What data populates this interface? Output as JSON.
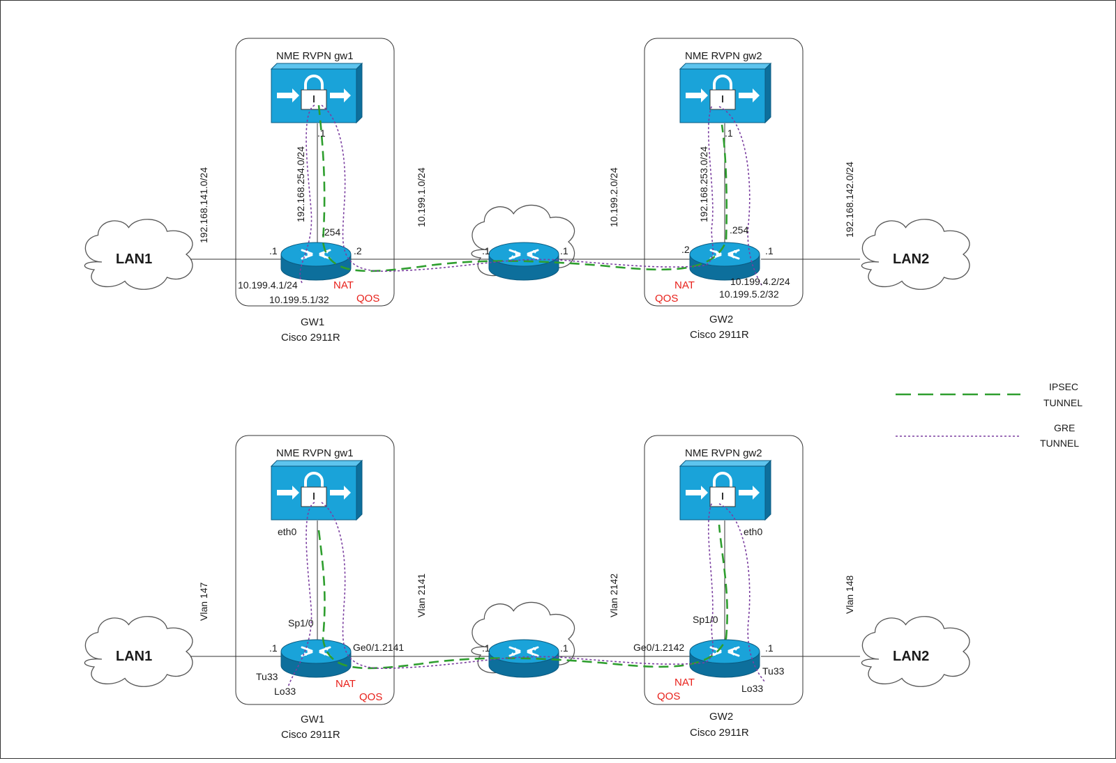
{
  "colors": {
    "ipsec": "#2e9e2e",
    "gre": "#7b3fa0",
    "device": "#1aa3d9",
    "device_dark": "#0d6f9c",
    "red_label": "#e8201a"
  },
  "top": {
    "gw1": {
      "module": "NME RVPN gw1",
      "name": "GW1",
      "model": "Cisco 2911R",
      "lan_net": "192.168.141.0/24",
      "mod_net": "192.168.254.0/24",
      "mod_ip": ".1",
      "rtr_mod_ip": ".254",
      "lan_ip": ".1",
      "wan_ip": ".2",
      "addr1": "10.199.4.1/24",
      "addr2": "10.199.5.1/32",
      "nat": "NAT",
      "qos": "QOS"
    },
    "gw2": {
      "module": "NME RVPN gw2",
      "name": "GW2",
      "model": "Cisco 2911R",
      "lan_net": "192.168.142.0/24",
      "mod_net": "192.168.253.0/24",
      "mod_ip": ".1",
      "rtr_mod_ip": ".254",
      "lan_ip": ".1",
      "wan_ip": ".2",
      "addr1": "10.199.4.2/24",
      "addr2": "10.199.5.2/32",
      "nat": "NAT",
      "qos": "QOS"
    },
    "wan1": "10.199.1.0/24",
    "wan2": "10.199.2.0/24",
    "core_ip_left": ".1",
    "core_ip_right": ".1",
    "lan1": "LAN1",
    "lan2": "LAN2"
  },
  "bottom": {
    "gw1": {
      "module": "NME RVPN gw1",
      "name": "GW1",
      "model": "Cisco 2911R",
      "vlan_lan": "Vlan 147",
      "mod_if": "eth0",
      "sp": "Sp1/0",
      "wan_if": "Ge0/1.2141",
      "lan_ip": ".1",
      "tu": "Tu33",
      "lo": "Lo33",
      "nat": "NAT",
      "qos": "QOS"
    },
    "gw2": {
      "module": "NME RVPN gw2",
      "name": "GW2",
      "model": "Cisco 2911R",
      "vlan_lan": "Vlan 148",
      "mod_if": "eth0",
      "sp": "Sp1/0",
      "wan_if": "Ge0/1.2142",
      "lan_ip": ".1",
      "tu": "Tu33",
      "lo": "Lo33",
      "nat": "NAT",
      "qos": "QOS"
    },
    "vlan1": "Vlan 2141",
    "vlan2": "Vlan 2142",
    "core_ip_left": ".1",
    "core_ip_right": ".1",
    "lan1": "LAN1",
    "lan2": "LAN2"
  },
  "legend": {
    "ipsec_line1": "IPSEC",
    "ipsec_line2": "TUNNEL",
    "gre_line1": "GRE",
    "gre_line2": "TUNNEL"
  }
}
